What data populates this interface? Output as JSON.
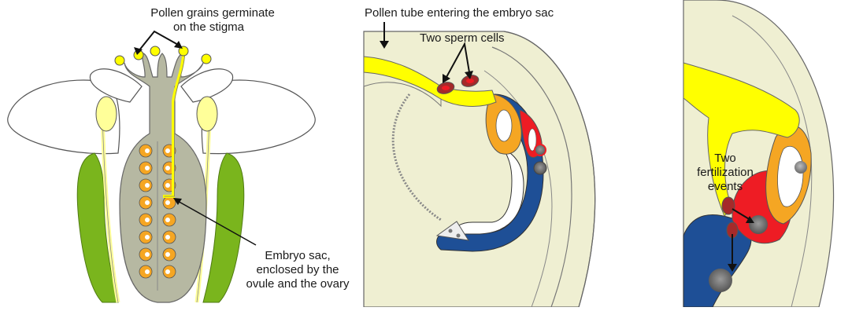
{
  "panel1": {
    "label_pollen_line1": "Pollen grains germinate",
    "label_pollen_line2": "on the stigma",
    "label_embryo_line1": "Embryo sac,",
    "label_embryo_line2": "enclosed by the",
    "label_embryo_line3": "ovule and the ovary"
  },
  "panel2": {
    "label_tube": "Pollen tube entering the embryo sac",
    "label_sperm": "Two sperm cells"
  },
  "panel3": {
    "label_fert_line1": "Two",
    "label_fert_line2": "fertilization",
    "label_fert_line3": "events"
  },
  "colors": {
    "petal_fill": "#ffffff",
    "pistil_grey": "#b6b8a2",
    "pollen_yellow": "#ffff00",
    "anther_yellow": "#ffff99",
    "sepal_green": "#7ab51d",
    "ovule_orange": "#f5a623",
    "ovule_beige": "#efefd2",
    "central_cell_blue": "#1e4f96",
    "egg_red": "#ee1c24",
    "outline": "#555555"
  }
}
